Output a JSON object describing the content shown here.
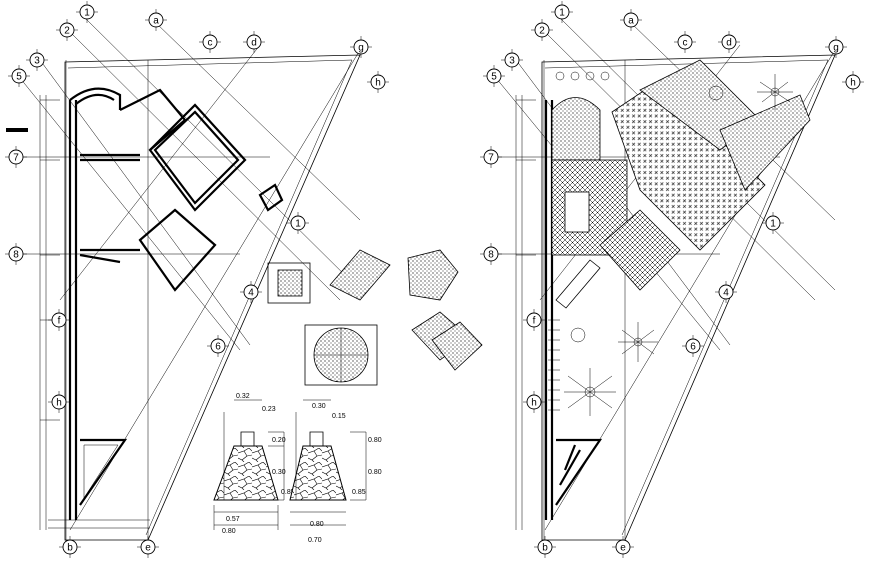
{
  "grid_bubbles": {
    "left": [
      {
        "id": "g1",
        "label": "1"
      },
      {
        "id": "g2",
        "label": "2"
      },
      {
        "id": "ga",
        "label": "a"
      },
      {
        "id": "gc",
        "label": "c"
      },
      {
        "id": "gd",
        "label": "d"
      },
      {
        "id": "gg",
        "label": "g"
      },
      {
        "id": "g3",
        "label": "3"
      },
      {
        "id": "g5",
        "label": "5"
      },
      {
        "id": "gh1",
        "label": "h"
      },
      {
        "id": "g7",
        "label": "7"
      },
      {
        "id": "g8",
        "label": "8"
      },
      {
        "id": "gf",
        "label": "f"
      },
      {
        "id": "gh2",
        "label": "h"
      },
      {
        "id": "gb",
        "label": "b"
      },
      {
        "id": "ge",
        "label": "e"
      },
      {
        "id": "g1d",
        "label": "1"
      },
      {
        "id": "g4",
        "label": "4"
      },
      {
        "id": "g6",
        "label": "6"
      }
    ],
    "right": [
      {
        "id": "g1",
        "label": "1"
      },
      {
        "id": "g2",
        "label": "2"
      },
      {
        "id": "ga",
        "label": "a"
      },
      {
        "id": "gc",
        "label": "c"
      },
      {
        "id": "gd",
        "label": "d"
      },
      {
        "id": "gg",
        "label": "g"
      },
      {
        "id": "g3",
        "label": "3"
      },
      {
        "id": "g5",
        "label": "5"
      },
      {
        "id": "gh1",
        "label": "h"
      },
      {
        "id": "g7",
        "label": "7"
      },
      {
        "id": "g8",
        "label": "8"
      },
      {
        "id": "gf",
        "label": "f"
      },
      {
        "id": "gh2",
        "label": "h"
      },
      {
        "id": "gb",
        "label": "b"
      },
      {
        "id": "ge",
        "label": "e"
      },
      {
        "id": "g1d",
        "label": "1"
      },
      {
        "id": "g4",
        "label": "4"
      },
      {
        "id": "g6",
        "label": "6"
      }
    ]
  },
  "footing_details": {
    "left": {
      "top_width": "0.32",
      "side_a": "0.23",
      "h1": "0.20",
      "h2": "0.30",
      "h3": "0.85",
      "base_inner": "0.57",
      "base_outer": "0.80"
    },
    "right": {
      "top_width": "0.30",
      "side_a": "0.15",
      "h1": "0.80",
      "h2": "0.80",
      "h3": "0.85",
      "base_inner": "0.80",
      "base_outer": "0.70"
    }
  },
  "colors": {
    "ink": "#000000",
    "paper": "#ffffff"
  }
}
